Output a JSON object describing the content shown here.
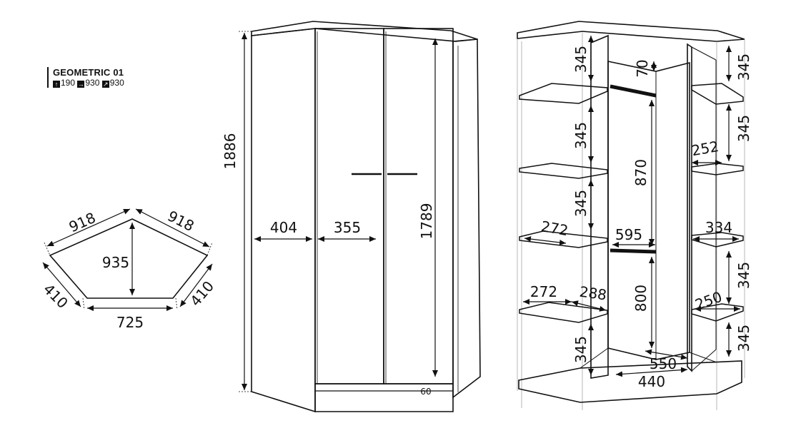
{
  "product": {
    "name": "GEOMETRIC 01",
    "height": "190",
    "width": "930",
    "depth": "930",
    "height_icon": "arrow-up-icon",
    "width_icon": "arrow-right-icon",
    "depth_icon": "arrow-diagonal-icon"
  },
  "plan": {
    "side_left": "918",
    "side_right": "918",
    "depth": "935",
    "end_left": "410",
    "end_right": "410",
    "front": "725"
  },
  "exterior": {
    "height": "1886",
    "side_panel": "404",
    "door_width": "355",
    "door_height": "1789",
    "plinth": "60"
  },
  "interior": {
    "left_shelf_gap_1": "345",
    "left_shelf_gap_2": "345",
    "left_shelf_gap_3": "345",
    "left_shelf_gap_4": "345",
    "top_gap": "70",
    "upper_hanging": "870",
    "lower_hanging": "800",
    "rail_width": "595",
    "shelf_depth_a": "272",
    "shelf_depth_b": "272",
    "shelf_depth_c": "288",
    "right_shelf_gap_1": "345",
    "right_shelf_gap_2": "345",
    "right_shelf_gap_3": "345",
    "right_shelf_gap_4": "345",
    "right_shelf_depth_a": "252",
    "right_shelf_depth_b": "334",
    "right_shelf_depth_c": "250",
    "floor_width_a": "550",
    "floor_width_b": "440"
  }
}
